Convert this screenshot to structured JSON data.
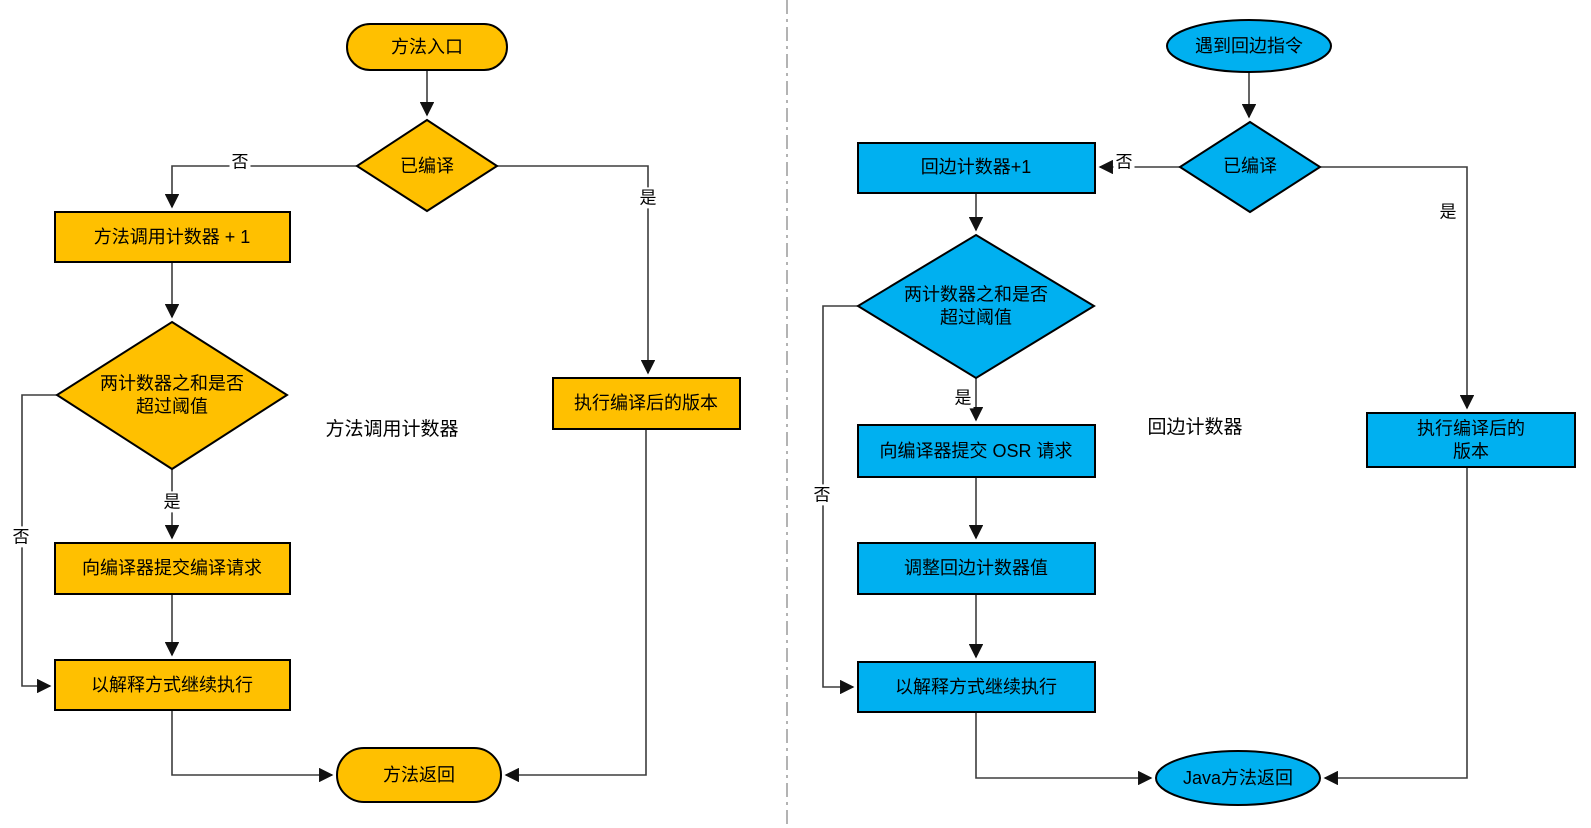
{
  "colors": {
    "left_fill": "#FFC000",
    "right_fill": "#00B0F0",
    "shape_border": "#000000",
    "connector": "#3d3d3d",
    "divider": "#b3b3b3",
    "text": "#000000"
  },
  "left_chart": {
    "caption": "方法调用计数器",
    "nodes": {
      "start": "方法入口",
      "compiled_decision": "已编译",
      "increment_box": "方法调用计数器 + 1",
      "threshold_decision": "两计数器之和是否\n超过阈值",
      "submit_box": "向编译器提交编译请求",
      "interpret_box": "以解释方式继续执行",
      "run_compiled_box": "执行编译后的版本",
      "end": "方法返回"
    },
    "labels": {
      "compiled_no": "否",
      "compiled_yes": "是",
      "threshold_yes": "是",
      "threshold_no": "否"
    }
  },
  "right_chart": {
    "caption": "回边计数器",
    "nodes": {
      "start": "遇到回边指令",
      "compiled_decision": "已编译",
      "increment_box": "回边计数器+1",
      "threshold_decision": "两计数器之和是否\n超过阈值",
      "osr_box": "向编译器提交 OSR 请求",
      "adjust_box": "调整回边计数器值",
      "interpret_box": "以解释方式继续执行",
      "run_compiled_box": "执行编译后的版本",
      "end": "Java方法返回"
    },
    "labels": {
      "compiled_no": "否",
      "compiled_yes": "是",
      "threshold_yes": "是",
      "threshold_no": "否"
    }
  }
}
